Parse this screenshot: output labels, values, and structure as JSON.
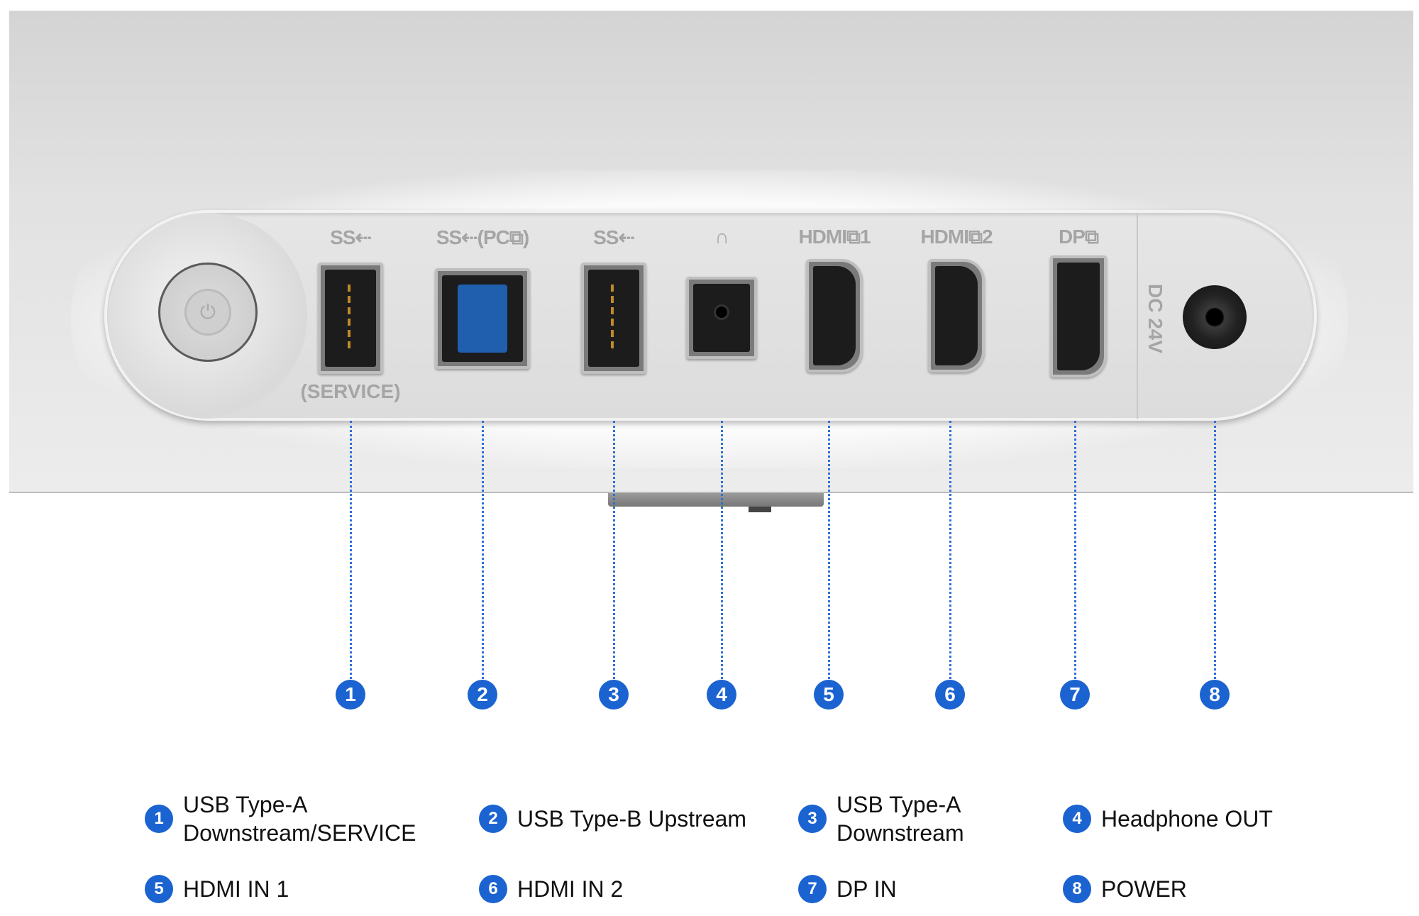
{
  "ports": [
    {
      "number": "1",
      "port_label": "SS⇠",
      "sub_label": "(SERVICE)",
      "legend": "USB Type-A\nDownstream/SERVICE",
      "type": "usb-a"
    },
    {
      "number": "2",
      "port_label": "SS⇠(PC⧉)",
      "legend": "USB Type-B Upstream",
      "type": "usb-b"
    },
    {
      "number": "3",
      "port_label": "SS⇠",
      "legend": "USB Type-A\nDownstream",
      "type": "usb-a"
    },
    {
      "number": "4",
      "port_label": "∩",
      "legend": "Headphone OUT",
      "type": "headphone"
    },
    {
      "number": "5",
      "port_label": "HDMI⧉1",
      "legend": "HDMI IN 1",
      "type": "hdmi"
    },
    {
      "number": "6",
      "port_label": "HDMI⧉2",
      "legend": "HDMI IN 2",
      "type": "hdmi"
    },
    {
      "number": "7",
      "port_label": "DP⧉",
      "legend": "DP IN",
      "type": "dp"
    },
    {
      "number": "8",
      "port_label": "DC 24V",
      "legend": "POWER",
      "type": "dc"
    }
  ],
  "colors": {
    "accent": "#1b63d1",
    "label_gray": "#a5a5a5"
  }
}
